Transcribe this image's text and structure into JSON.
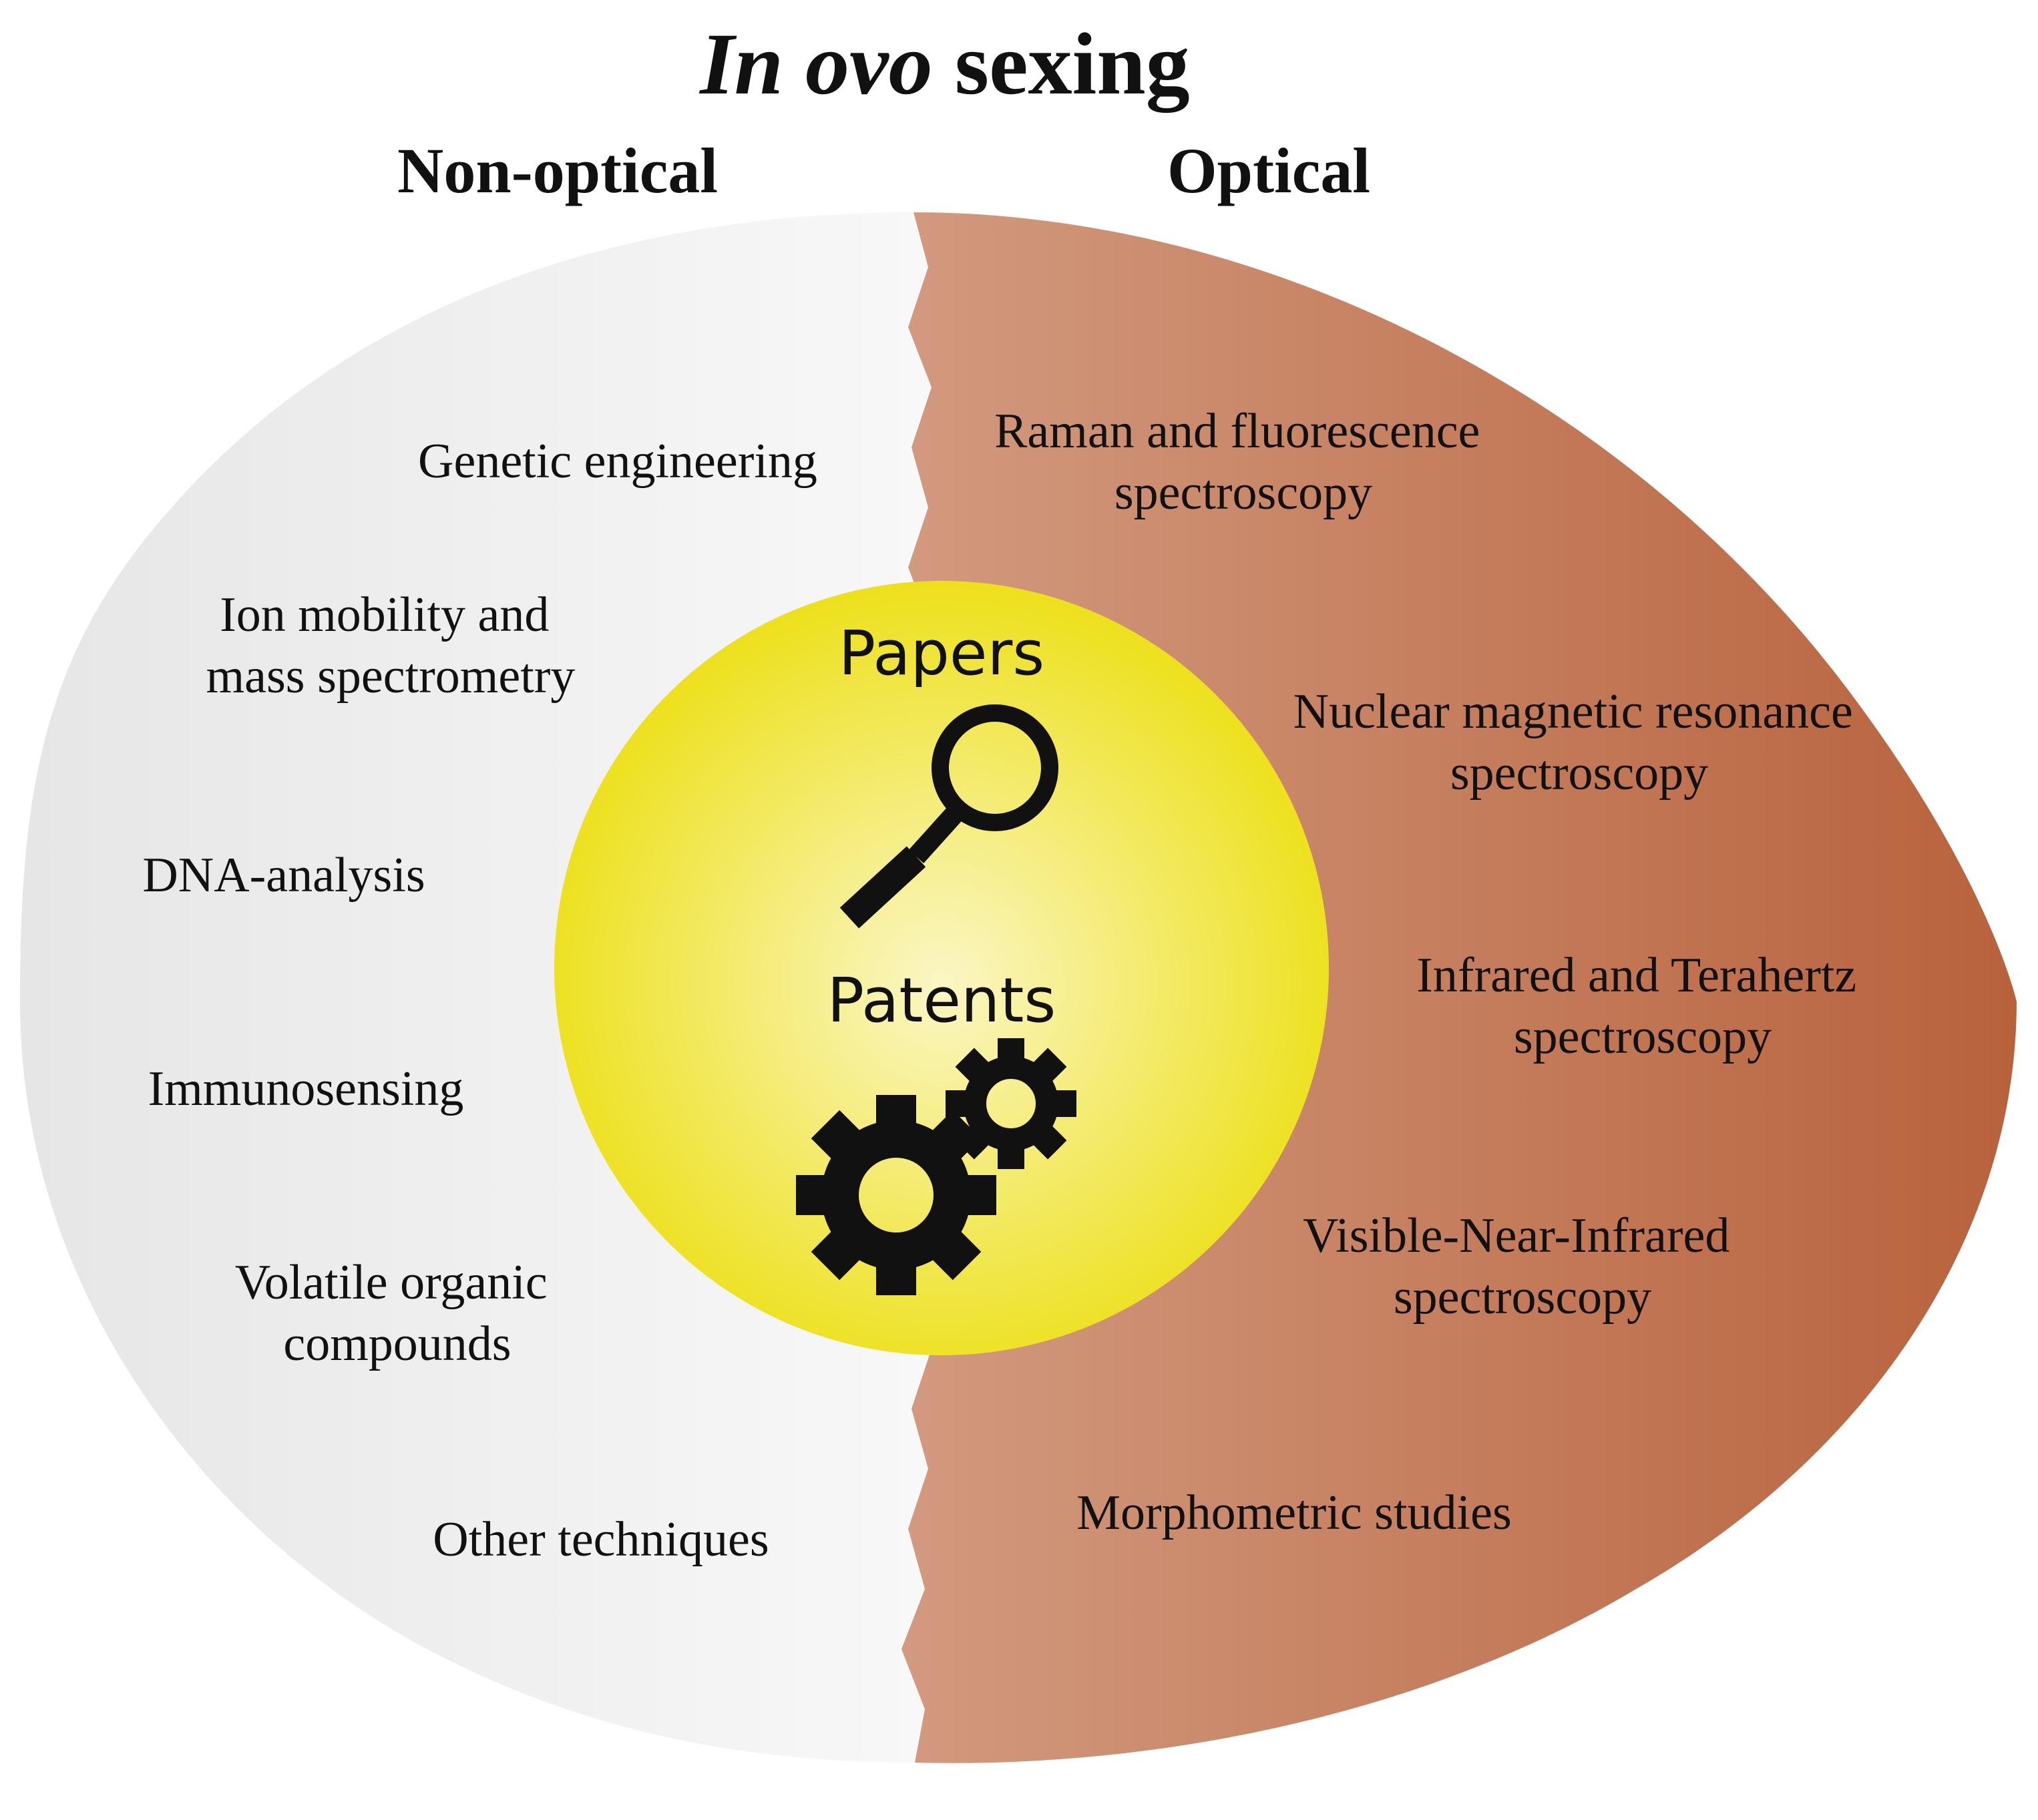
{
  "title": {
    "italic": "In ovo",
    "rest": " sexing"
  },
  "columns": {
    "left": "Non-optical",
    "right": "Optical"
  },
  "non_optical": [
    [
      "Genetic engineering"
    ],
    [
      "Ion mobility and",
      "mass spectrometry"
    ],
    [
      "DNA-analysis"
    ],
    [
      "Immunosensing"
    ],
    [
      "Volatile organic",
      "compounds"
    ],
    [
      "Other techniques"
    ]
  ],
  "optical": [
    [
      "Raman and fluorescence",
      "spectroscopy"
    ],
    [
      "Nuclear magnetic resonance",
      "spectroscopy"
    ],
    [
      "Infrared and Terahertz",
      "spectroscopy"
    ],
    [
      "Visible-Near-Infrared",
      "spectroscopy"
    ],
    [
      "Morphometric studies"
    ]
  ],
  "center": {
    "top": "Papers",
    "bottom": "Patents"
  },
  "icons": {
    "top": "magnifying-glass-icon",
    "bottom": "gears-icon"
  },
  "colors": {
    "non_optical_fill": "#eeeeee",
    "optical_fill_light": "#d29a7f",
    "optical_fill_dark": "#b8623c",
    "center_fill": "#ecdf12",
    "center_highlight": "#fbf6c6"
  }
}
